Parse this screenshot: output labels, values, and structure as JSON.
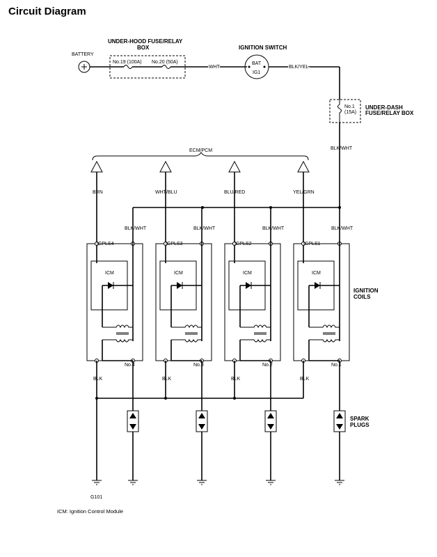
{
  "title": "Circuit Diagram",
  "battery": {
    "label": "BATTERY"
  },
  "underhood_box": {
    "label_line1": "UNDER-HOOD FUSE/RELAY",
    "label_line2": "BOX",
    "fuse_a": "No.19 (100A)",
    "fuse_b": "No.20 (50A)"
  },
  "wire_wht": "WHT",
  "ignition_switch": {
    "label": "IGNITION SWITCH",
    "bat": "BAT",
    "ig1": "IG1"
  },
  "wire_blk_yel": "BLK/YEL",
  "underdash_box": {
    "fuse_line1": "No.1",
    "fuse_line2": "(15A)",
    "label_line1": "UNDER-DASH",
    "label_line2": "FUSE/RELAY BOX"
  },
  "wire_blk_wht": "BLK/WHT",
  "ecm_label": "ECM/PCM",
  "ignition_coils_label": {
    "line1": "IGNITION",
    "line2": "COILS"
  },
  "spark_plugs_label": {
    "line1": "SPARK",
    "line2": "PLUGS"
  },
  "ground_label": "G101",
  "footnote": "ICM: Ignition Control Module",
  "coils": [
    {
      "signal_wire": "BRN",
      "power_wire": "BLK/WHT",
      "igpls": "IGPLS4",
      "icm": "ICM",
      "number": "No.4",
      "ground_wire": "BLK"
    },
    {
      "signal_wire": "WHT/BLU",
      "power_wire": "BLK/WHT",
      "igpls": "IGPLS3",
      "icm": "ICM",
      "number": "No.3",
      "ground_wire": "BLK"
    },
    {
      "signal_wire": "BLU/RED",
      "power_wire": "BLK/WHT",
      "igpls": "IGPLS2",
      "icm": "ICM",
      "number": "No.2",
      "ground_wire": "BLK"
    },
    {
      "signal_wire": "YEL/GRN",
      "power_wire": "BLK/WHT",
      "igpls": "IGPLS1",
      "icm": "ICM",
      "number": "No.1",
      "ground_wire": "BLK"
    }
  ]
}
